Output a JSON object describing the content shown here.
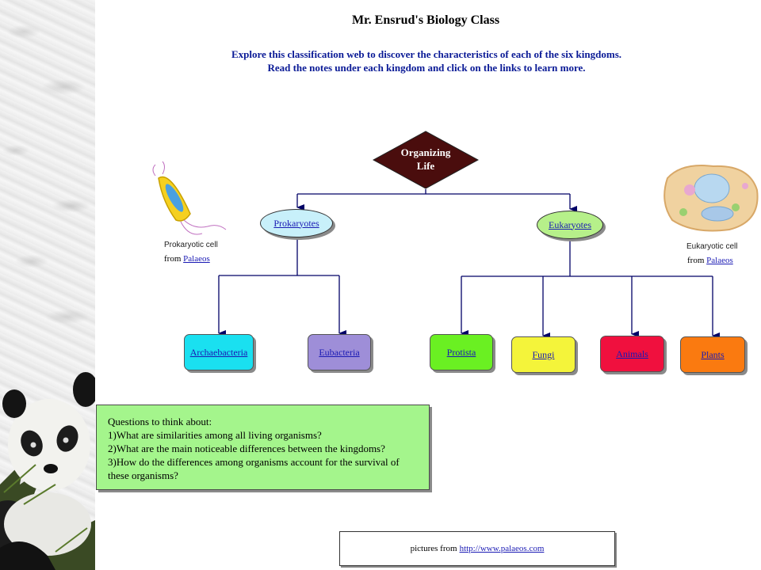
{
  "page": {
    "title": "Mr. Ensrud's Biology Class",
    "intro_line1": "Explore this classification web to discover the characteristics of each of the six kingdoms.",
    "intro_line2": "Read the notes under each kingdom and click on the links to learn more."
  },
  "root": {
    "line1": "Organizing",
    "line2": "Life",
    "color": "#4a0d0d"
  },
  "domains": [
    {
      "label": "Prokaryotes",
      "color": "#c8f0fa"
    },
    {
      "label": "Eukaryotes",
      "color": "#b6f08a"
    }
  ],
  "kingdoms": [
    {
      "label": "Archaebacteria",
      "color": "#1ae0f0"
    },
    {
      "label": "Eubacteria",
      "color": "#9e8ed8"
    },
    {
      "label": "Protista",
      "color": "#6af022"
    },
    {
      "label": "Fungi",
      "color": "#f4f43a"
    },
    {
      "label": "Animals",
      "color": "#f0103e"
    },
    {
      "label": "Plants",
      "color": "#fa7a10"
    }
  ],
  "images": {
    "prokaryote_caption": "Prokaryotic cell",
    "eukaryote_caption": "Eukaryotic cell",
    "from_text": "from",
    "source_link": "Palaeos"
  },
  "questions": {
    "heading": "Questions to think about:",
    "q1": "1)What are similarities among all living organisms?",
    "q2": "2)What are the main noticeable differences between the kingdoms?",
    "q3a": "3)How do the differences among organisms account for the survival of",
    "q3b": "these organisms?"
  },
  "credits": {
    "text": "pictures from",
    "link": "http://www.palaeos.com"
  },
  "colors": {
    "link": "#1a1ab4",
    "intro_text": "#0a1a96",
    "connector": "#000066"
  }
}
